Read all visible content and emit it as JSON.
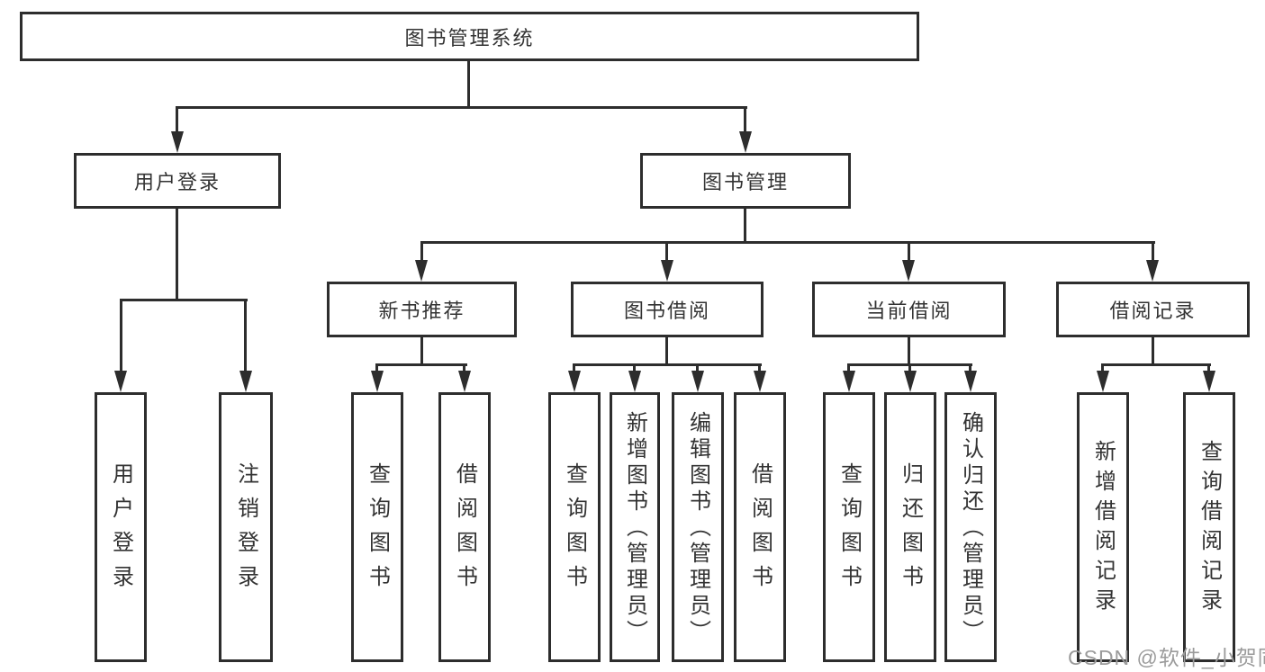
{
  "diagram": {
    "tree": {
      "label": "图书管理系统",
      "children": [
        {
          "label": "用户登录",
          "children": [
            {
              "label": "用户登录"
            },
            {
              "label": "注销登录"
            }
          ]
        },
        {
          "label": "图书管理",
          "children": [
            {
              "label": "新书推荐",
              "children": [
                {
                  "label": "查询图书"
                },
                {
                  "label": "借阅图书"
                }
              ]
            },
            {
              "label": "图书借阅",
              "children": [
                {
                  "label": "查询图书"
                },
                {
                  "label": "新增图书（管理员）"
                },
                {
                  "label": "编辑图书（管理员）"
                },
                {
                  "label": "借阅图书"
                }
              ]
            },
            {
              "label": "当前借阅",
              "children": [
                {
                  "label": "查询图书"
                },
                {
                  "label": "归还图书"
                },
                {
                  "label": "确认归还（管理员）"
                }
              ]
            },
            {
              "label": "借阅记录",
              "children": [
                {
                  "label": "新增借阅记录"
                },
                {
                  "label": "查询借阅记录"
                }
              ]
            }
          ]
        }
      ]
    }
  },
  "watermark": {
    "text": "CSDN @软件_小贺同学"
  },
  "colors": {
    "line": "#2d2d2d",
    "text": "#333333",
    "watermark": "#9b9b9b",
    "background": "#ffffff"
  }
}
